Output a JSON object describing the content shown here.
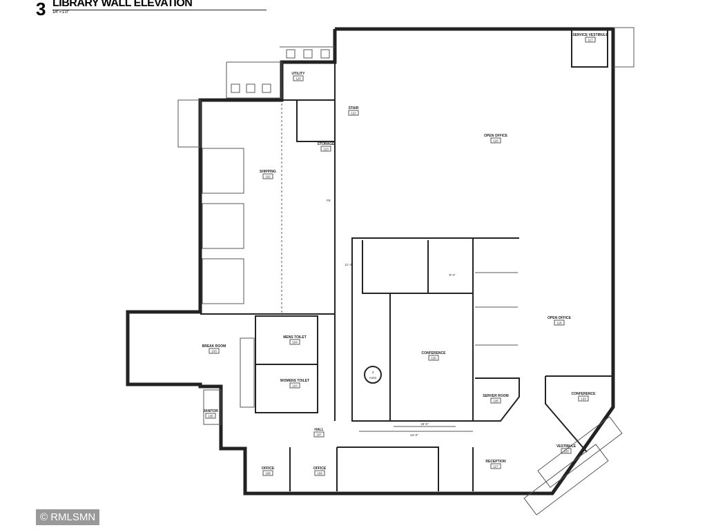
{
  "header": {
    "number": "3",
    "title": "LIBRARY WALL ELEVATION",
    "scale": "1/4\" = 1'-0\""
  },
  "watermark": "© RMLSMN",
  "rooms": [
    {
      "name": "SERVICE VESTIBULE",
      "num": "117"
    },
    {
      "name": "UTILITY",
      "num": "120"
    },
    {
      "name": "STAIR",
      "num": "122"
    },
    {
      "name": "OPEN OFFICE",
      "num": "116"
    },
    {
      "name": "STORAGE",
      "num": "123"
    },
    {
      "name": "SHIPPING",
      "num": "102"
    },
    {
      "name": "BREAK ROOM",
      "num": "103"
    },
    {
      "name": "MENS TOILET",
      "num": "104"
    },
    {
      "name": "WOMENS TOILET",
      "num": "110"
    },
    {
      "name": "JANITOR",
      "num": "105"
    },
    {
      "name": "HALL",
      "num": "107"
    },
    {
      "name": "OFFICE",
      "num": "108"
    },
    {
      "name": "OFFICE",
      "num": "109"
    },
    {
      "name": "CONFERENCE",
      "num": "133"
    },
    {
      "name": "SERVER ROOM",
      "num": "135"
    },
    {
      "name": "RECEPTION",
      "num": "127"
    },
    {
      "name": "VESTIBULE",
      "num": "128"
    },
    {
      "name": "CONFERENCE",
      "num": "130"
    },
    {
      "name": "OPEN OFFICE",
      "num": "118"
    }
  ],
  "markers": {
    "section": "3",
    "sheet": "A101",
    "fe": "FE"
  },
  "dimensions": [
    "24'-0\"",
    "18'-0\"",
    "9'-4\"",
    "11'-4\""
  ]
}
